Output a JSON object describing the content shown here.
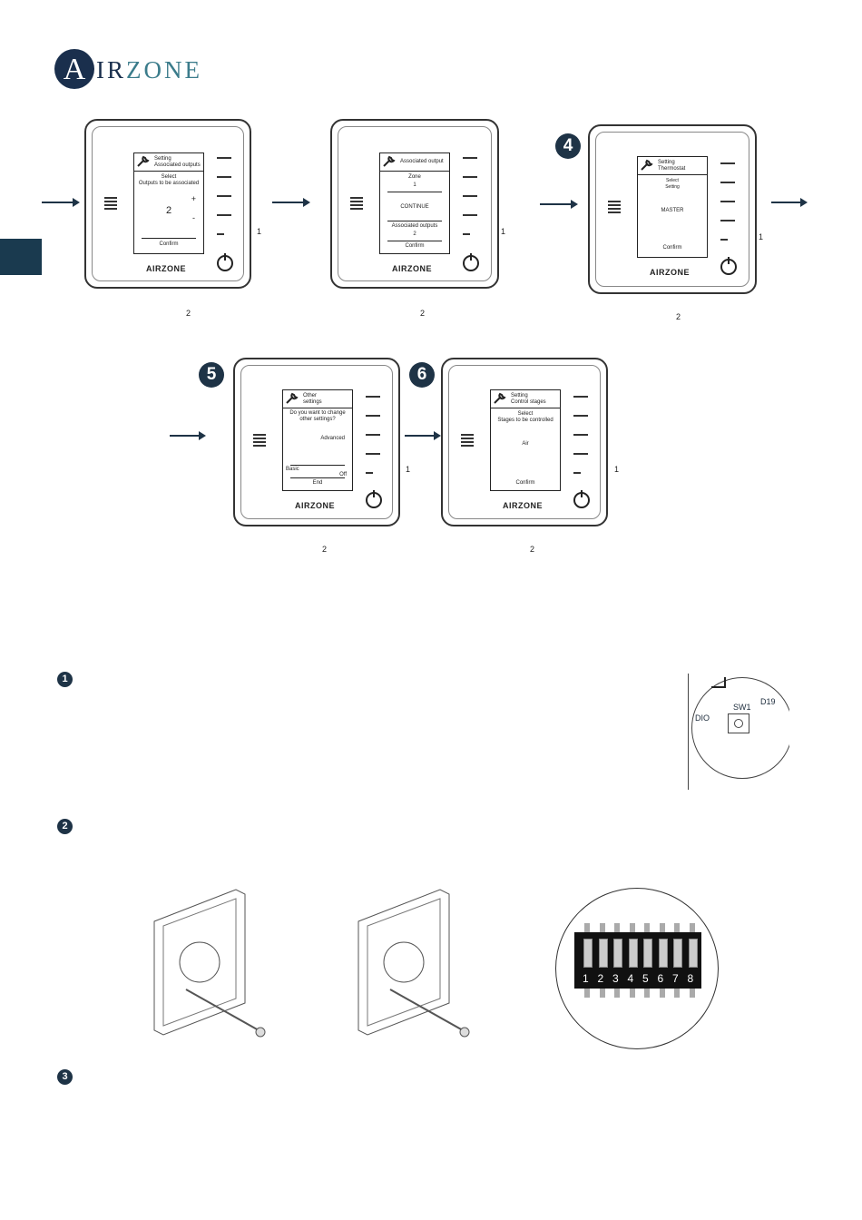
{
  "logo": {
    "letter": "A",
    "text_a": "IR",
    "text_b": "ZONE"
  },
  "brand_label": "IRZONE",
  "brand_letter": "A",
  "steps": {
    "s4": "4",
    "s5": "5",
    "s6": "6"
  },
  "screens": {
    "a": {
      "title1": "Setting",
      "title2": "Associated outputs",
      "line1": "Select",
      "line2": "Outputs to be associated",
      "value": "2",
      "plus": "+",
      "minus": "-",
      "footer": "Confirm"
    },
    "b": {
      "title1": "Associated output",
      "line1": "Zone",
      "line2": "1",
      "value": "CONTINUE",
      "line3": "Associated outputs",
      "line4": "2",
      "footer": "Confirm"
    },
    "c": {
      "title1": "Setting",
      "title2": "Thermostat",
      "line1": "Select",
      "line2": "Setting",
      "value": "MASTER",
      "footer": "Confirm"
    },
    "d": {
      "title1": "Other",
      "title2": "settings",
      "line1": "Do you want to change",
      "line2": "other settings?",
      "opt1": "Advanced",
      "opt2": "Basic",
      "opt2val": "Off",
      "footer": "End"
    },
    "e": {
      "title1": "Setting",
      "title2": "Control stages",
      "line1": "Select",
      "line2": "Stages to be controlled",
      "value": "Air",
      "footer": "Confirm"
    }
  },
  "hand_labels": {
    "one": "1",
    "two": "2"
  },
  "numbered": {
    "n1": "1",
    "n2": "2",
    "n3": "3"
  },
  "board": {
    "sw": "SW1",
    "d": "D19",
    "left": "DIO"
  },
  "dip_numbers": [
    "1",
    "2",
    "3",
    "4",
    "5",
    "6",
    "7",
    "8"
  ]
}
